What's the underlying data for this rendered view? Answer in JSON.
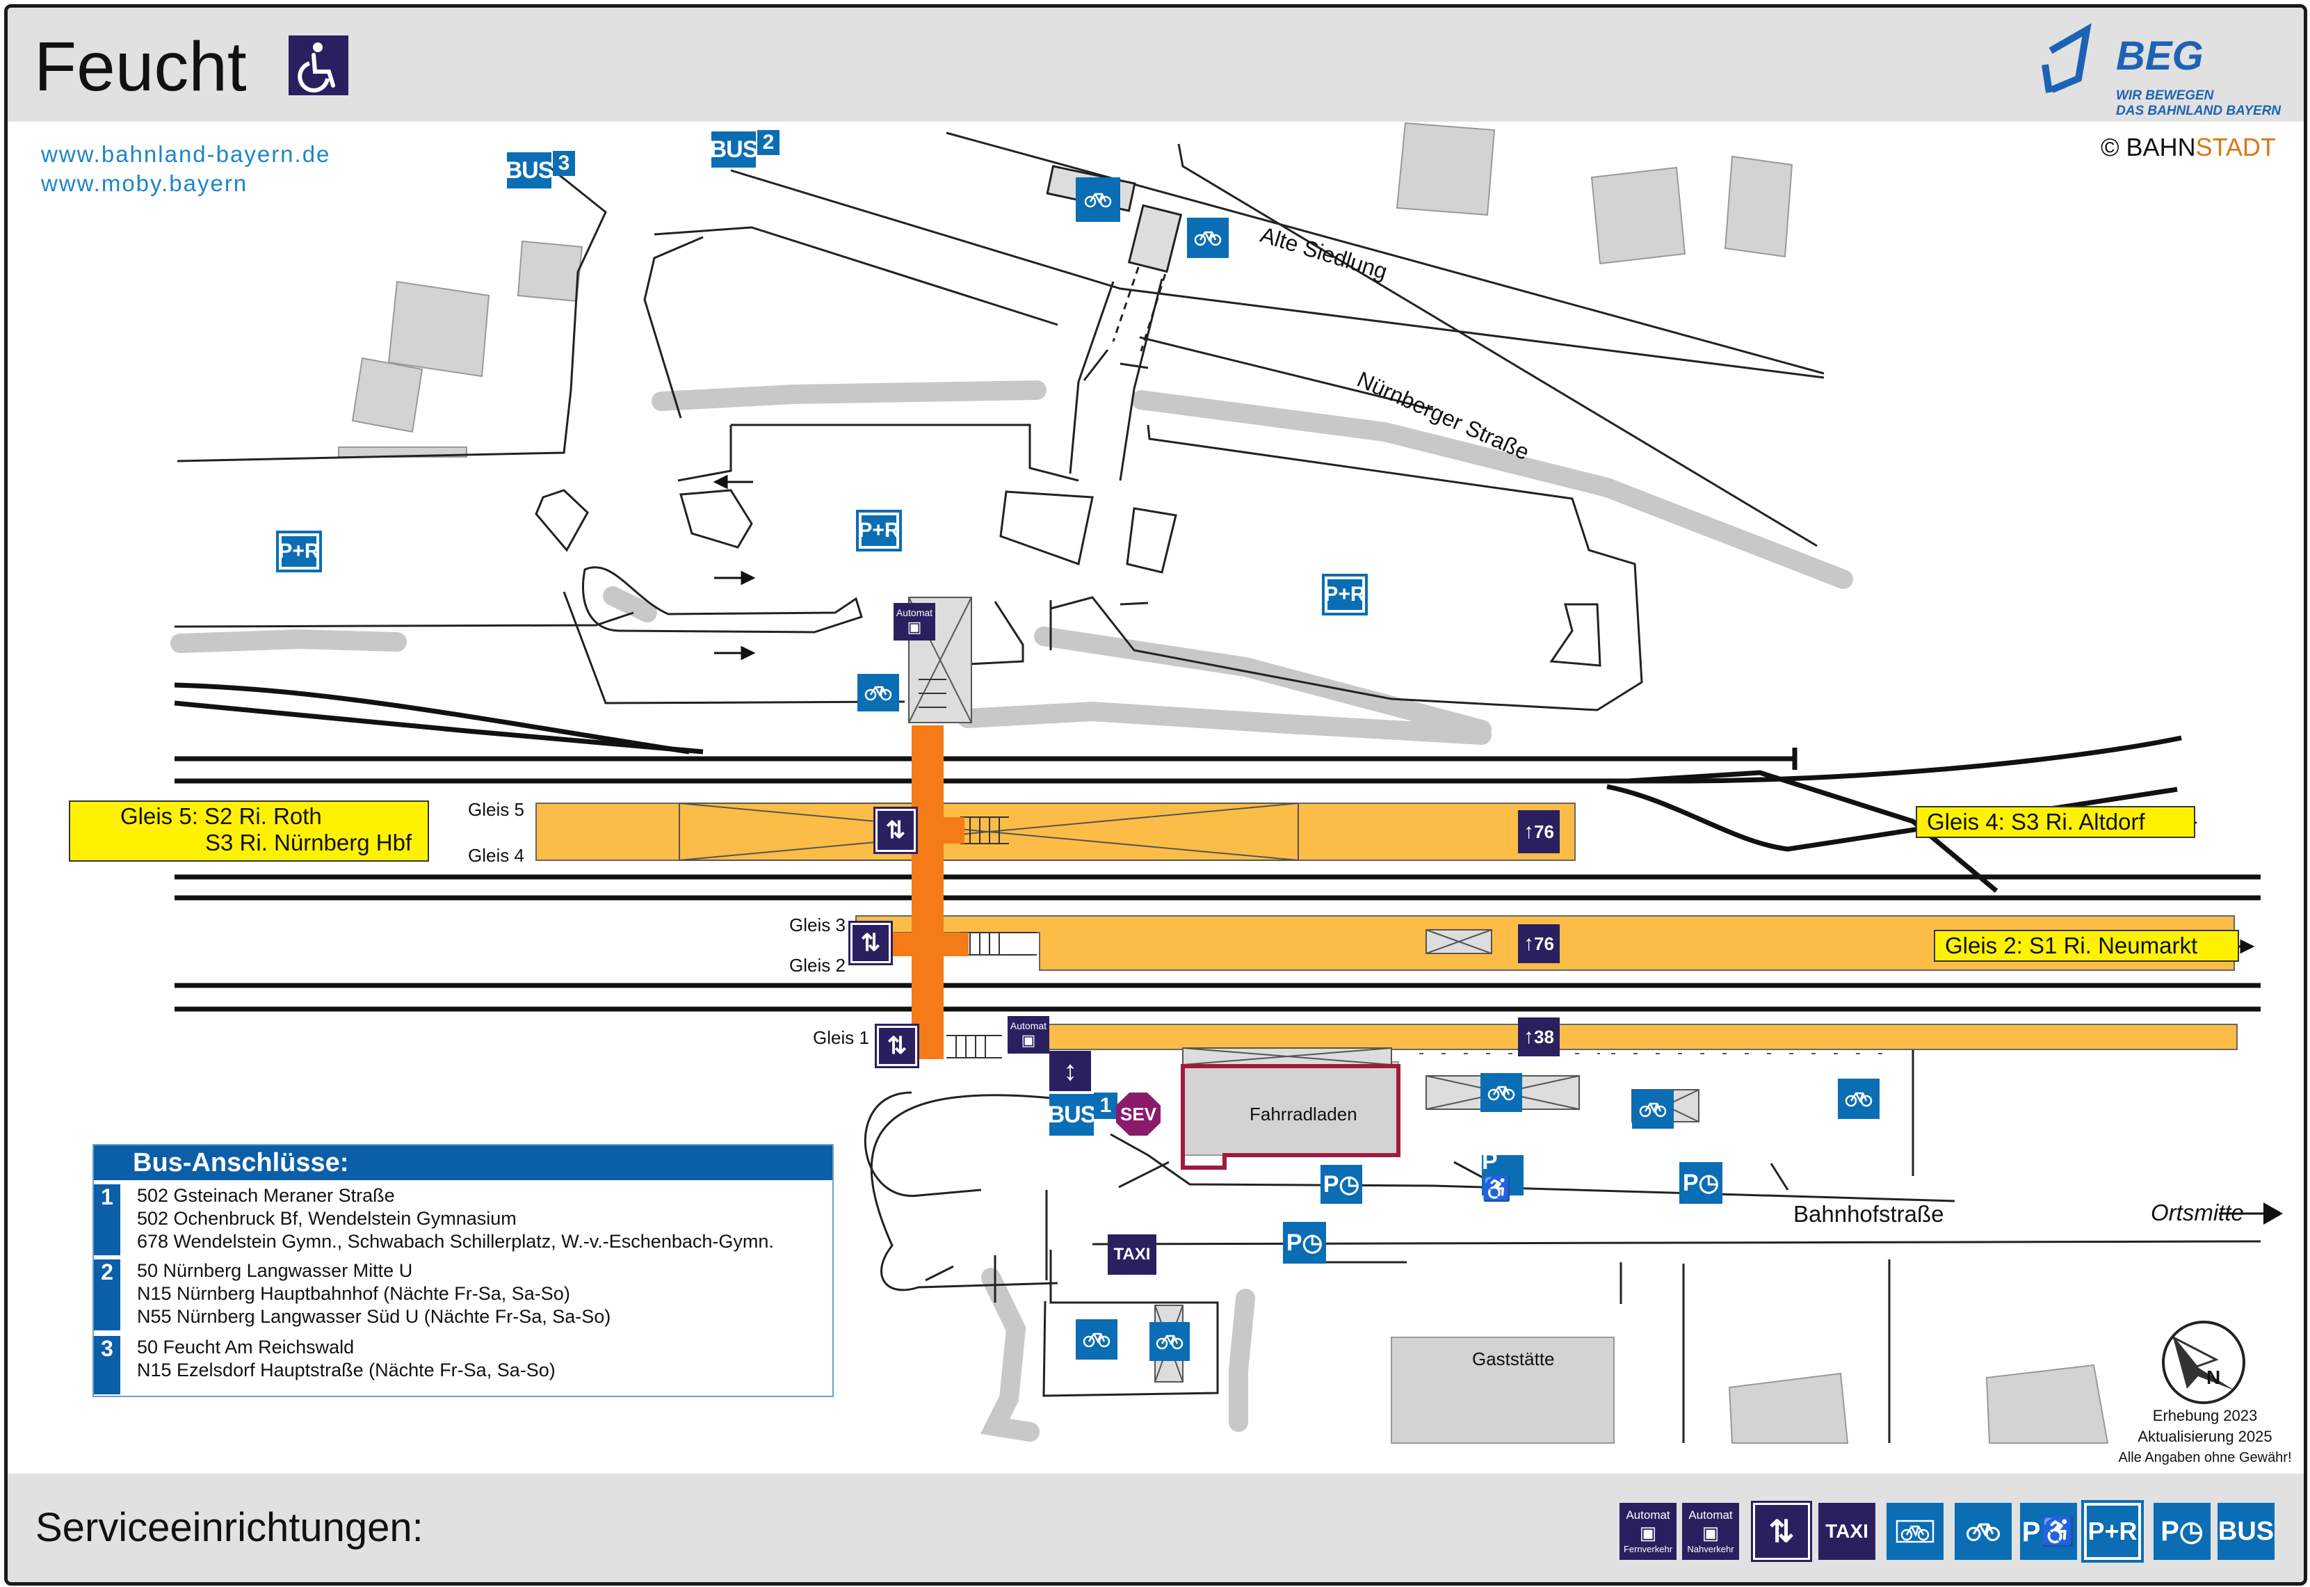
{
  "header": {
    "station": "Feucht",
    "logo": {
      "name": "BEG",
      "tagline_1": "WIR BEWEGEN",
      "tagline_2": "DAS BAHNLAND BAYERN"
    },
    "links": [
      "www.bahnland-bayern.de",
      "www.moby.bayern"
    ],
    "copyright_symbol": "©",
    "copyright_part1": "BAHN",
    "copyright_part2": "STADT"
  },
  "streets": {
    "alte_siedlung": "Alte Siedlung",
    "nuernberger_strasse": "Nürnberger Straße",
    "bahnhofstrasse": "Bahnhofstraße",
    "ortsmitte": "Ortsmitte"
  },
  "tracks": {
    "gleis5": "Gleis 5",
    "gleis4": "Gleis 4",
    "gleis3": "Gleis 3",
    "gleis2": "Gleis 2",
    "gleis1": "Gleis 1"
  },
  "directions": {
    "left_line1": "Gleis 5: S2 Ri. Roth",
    "left_line2": "S3 Ri. Nürnberg Hbf",
    "right_gleis4": "Gleis 4: S3 Ri. Altdorf",
    "right_gleis2": "Gleis 2: S1 Ri. Neumarkt"
  },
  "buildings": {
    "fahrradladen": "Fahrradladen",
    "gaststaette": "Gaststätte"
  },
  "icons": {
    "bus": "BUS",
    "bus_stop_1": "1",
    "bus_stop_2": "2",
    "bus_stop_3": "3",
    "pr": "P+R",
    "p": "P",
    "taxi": "TAXI",
    "sev": "SEV",
    "automat": "Automat",
    "automat_fern": "Fernverkehr",
    "automat_nah": "Nahverkehr",
    "exit_76a": "76",
    "exit_76b": "76",
    "exit_38": "38"
  },
  "bus_connections": {
    "title": "Bus-Anschlüsse:",
    "groups": [
      {
        "stop": "1",
        "lines": [
          "502 Gsteinach Meraner Straße",
          "502 Ochenbruck Bf, Wendelstein Gymnasium",
          "678 Wendelstein Gymn., Schwabach Schillerplatz, W.-v.-Eschenbach-Gymn."
        ]
      },
      {
        "stop": "2",
        "lines": [
          "50 Nürnberg Langwasser Mitte U",
          "N15 Nürnberg Hauptbahnhof (Nächte Fr-Sa, Sa-So)",
          "N55 Nürnberg Langwasser Süd U (Nächte Fr-Sa, Sa-So)"
        ]
      },
      {
        "stop": "3",
        "lines": [
          "50 Feucht Am Reichswald",
          "N15 Ezelsdorf Hauptstraße (Nächte Fr-Sa, Sa-So)"
        ]
      }
    ]
  },
  "credit": {
    "line1": "Erhebung 2023",
    "line2": "Aktualisierung 2025",
    "line3": "Alle Angaben ohne Gewähr!"
  },
  "compass_letter": "N",
  "footer": {
    "label": "Serviceeinrichtungen:"
  },
  "colors": {
    "platform": "#fbbd47",
    "underpass": "#f57b16",
    "blue": "#0b6db4",
    "navy": "#2a2060",
    "yellow": "#fff200",
    "sev": "#8a1a6a",
    "fahrradladen_border": "#a01a3c"
  }
}
